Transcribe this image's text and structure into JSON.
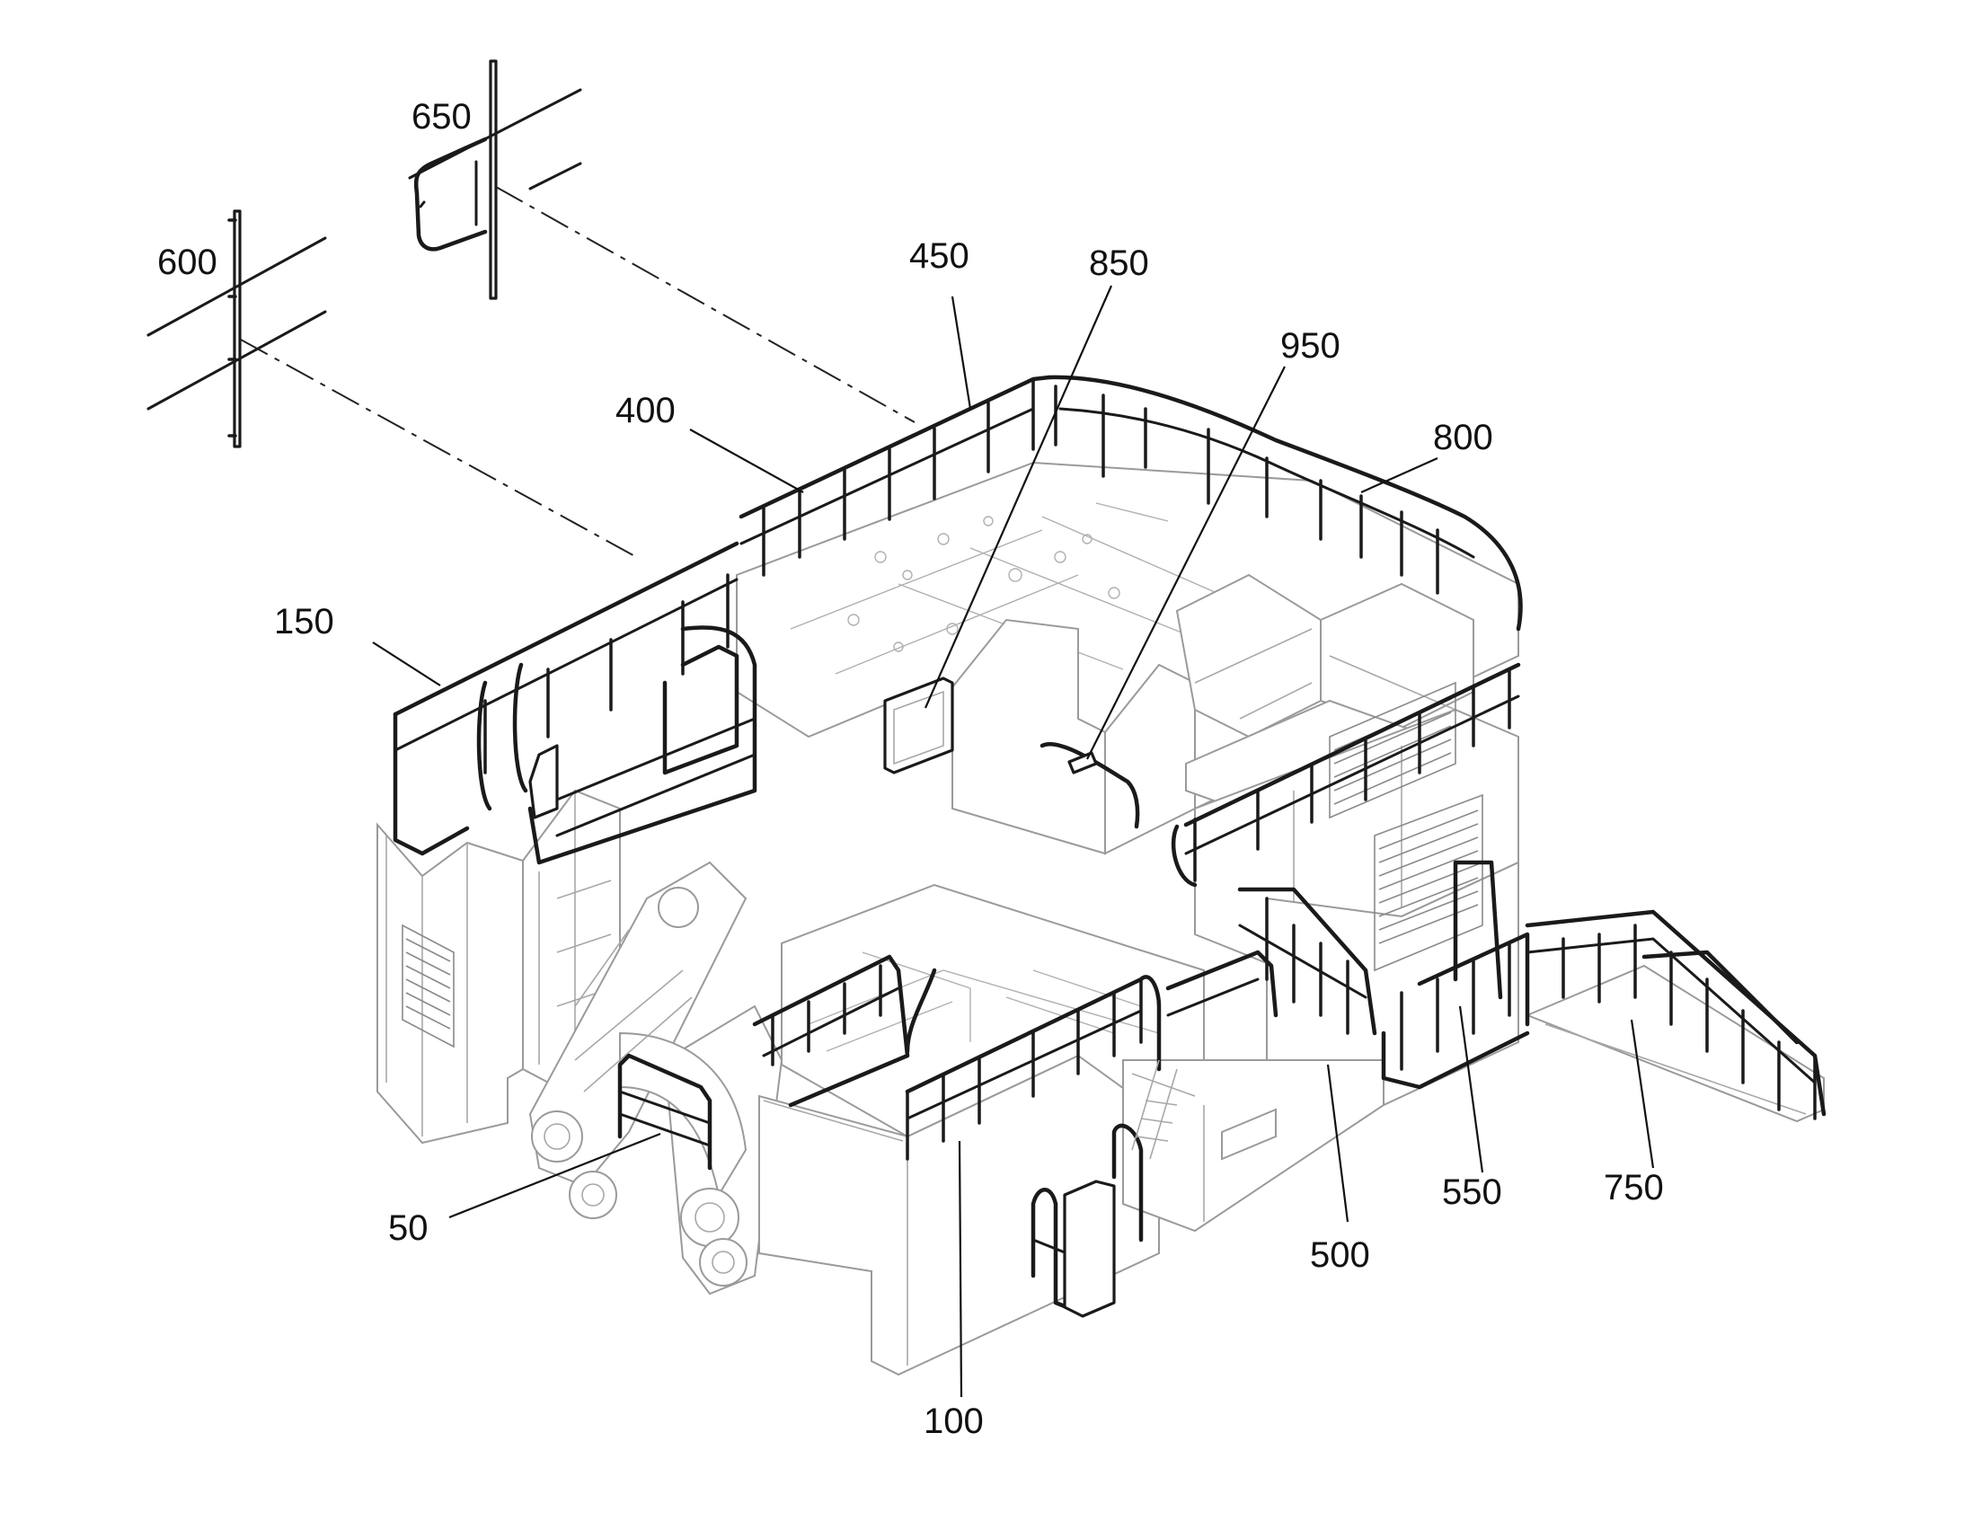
{
  "figure": {
    "reference_numerals": [
      {
        "id": "50",
        "text": "50"
      },
      {
        "id": "100",
        "text": "100"
      },
      {
        "id": "150",
        "text": "150"
      },
      {
        "id": "400",
        "text": "400"
      },
      {
        "id": "450",
        "text": "450"
      },
      {
        "id": "500",
        "text": "500"
      },
      {
        "id": "550",
        "text": "550"
      },
      {
        "id": "600",
        "text": "600"
      },
      {
        "id": "650",
        "text": "650"
      },
      {
        "id": "750",
        "text": "750"
      },
      {
        "id": "800",
        "text": "800"
      },
      {
        "id": "850",
        "text": "850"
      },
      {
        "id": "950",
        "text": "950"
      }
    ]
  }
}
